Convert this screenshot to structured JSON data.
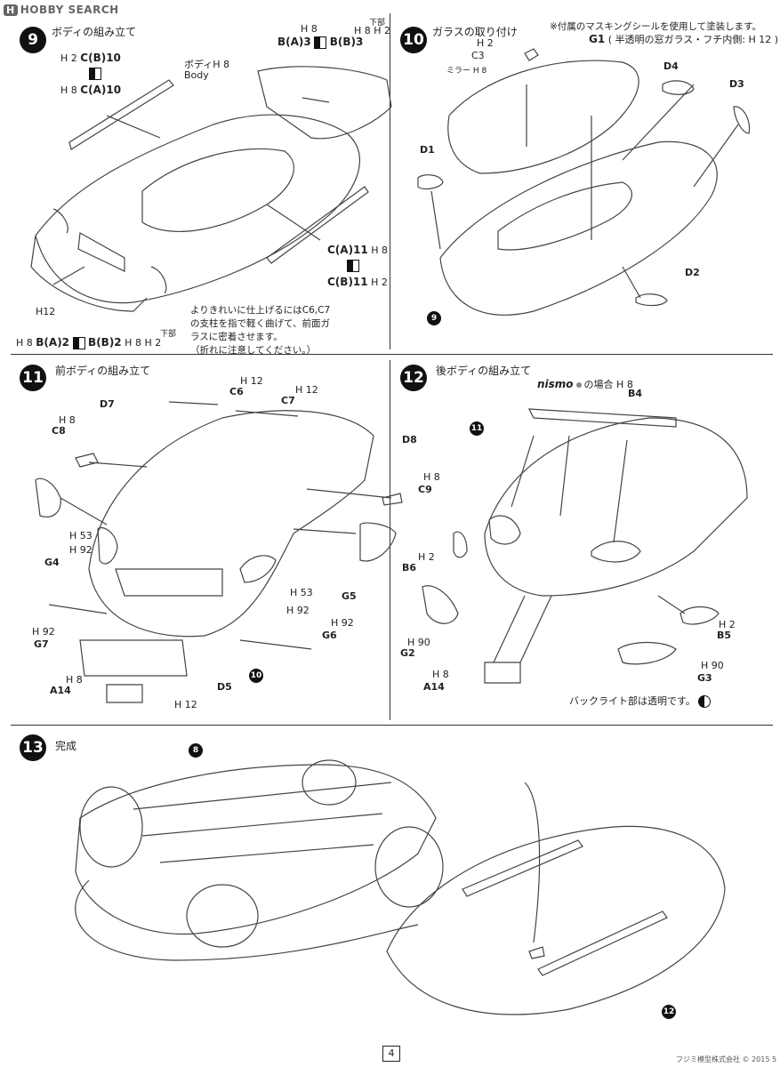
{
  "watermark": "HOBBY SEARCH",
  "page_number": "4",
  "footer": "フジミ模型株式会社 © 2015 5",
  "steps": [
    {
      "number": "9",
      "title": "ボディの組み立て"
    },
    {
      "number": "10",
      "title": "ガラスの取り付け"
    },
    {
      "number": "11",
      "title": "前ボディの組み立て"
    },
    {
      "number": "12",
      "title": "後ボディの組み立て"
    },
    {
      "number": "13",
      "title": "完成"
    }
  ],
  "step9": {
    "body_label": "ボディ",
    "body_paint": "H 8",
    "body_en": "Body",
    "c_b10": "C(B)10",
    "c_a10": "C(A)10",
    "h2": "H 2",
    "h8": "H 8",
    "b_a3": "B(A)3",
    "b_b3": "B(B)3",
    "under": "下部",
    "c_a11": "C(A)11",
    "c_b11": "C(B)11",
    "h12": "H12",
    "b_a2": "B(A)2",
    "b_b2": "B(B)2"
  },
  "step10": {
    "top_note": "※付属のマスキングシールを使用して塗装します。",
    "g1": "G1",
    "g1_note": "( 半透明の窓ガラス・フチ内側: H 12 )",
    "h2": "H 2",
    "c3": "C3",
    "mirror": "ミラー",
    "h8": "H 8",
    "d4": "D4",
    "d3": "D3",
    "d1": "D1",
    "d2": "D2",
    "ref": "9"
  },
  "note_c6c7": [
    "よりきれいに仕上げるにはC6,C7",
    "の支柱を指で軽く曲げて、前面ガ",
    "ラスに密着させます。",
    "（折れに注意してください。）"
  ],
  "step11": {
    "c6": "C6",
    "c7": "C7",
    "h12a": "H 12",
    "h12b": "H 12",
    "d7": "D7",
    "h8a": "H 8",
    "c8": "C8",
    "d8": "D8",
    "h8b": "H 8",
    "c9": "C9",
    "h53a": "H 53",
    "h92a": "H 92",
    "g4": "G4",
    "g5": "G5",
    "h53b": "H 53",
    "h92b": "H 92",
    "g7": "G7",
    "h92c": "H 92",
    "g6": "G6",
    "h92d": "H 92",
    "a14": "A14",
    "h8c": "H 8",
    "d5": "D5",
    "h12c": "H 12",
    "ref": "10"
  },
  "step12": {
    "nismo": "nismo",
    "nismo_case": "の場合",
    "h8": "H 8",
    "b4": "B4",
    "ref": "11",
    "h2a": "H 2",
    "b6": "B6",
    "b5": "B5",
    "h2b": "H 2",
    "g2": "G2",
    "h90a": "H 90",
    "g3": "G3",
    "h90b": "H 90",
    "a14": "A14",
    "h8b": "H 8",
    "backlight": "バックライト部は透明です。"
  },
  "step13": {
    "ref_top": "8",
    "ref_bottom": "12"
  }
}
